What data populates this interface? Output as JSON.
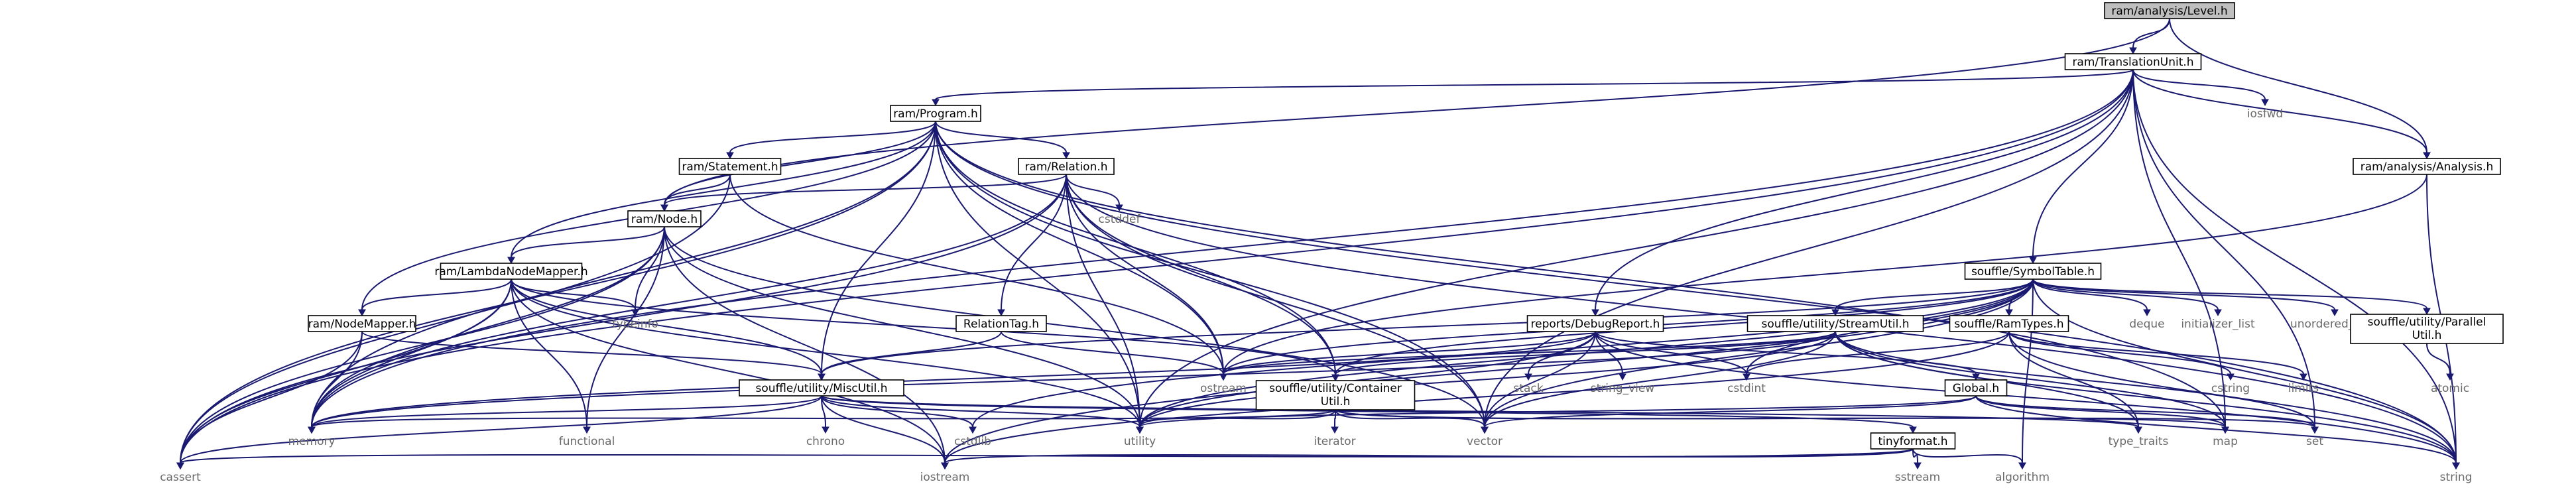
{
  "graph": {
    "root": "ram/analysis/Level.h",
    "nodes": [
      {
        "id": "n_level",
        "label": "ram/analysis/Level.h",
        "kind": "root"
      },
      {
        "id": "n_tu",
        "label": "ram/TranslationUnit.h",
        "kind": "project"
      },
      {
        "id": "n_program",
        "label": "ram/Program.h",
        "kind": "project"
      },
      {
        "id": "n_analysis",
        "label": "ram/analysis/Analysis.h",
        "kind": "project"
      },
      {
        "id": "n_iosfwd",
        "label": "iosfwd",
        "kind": "system"
      },
      {
        "id": "n_statement",
        "label": "ram/Statement.h",
        "kind": "project"
      },
      {
        "id": "n_relation",
        "label": "ram/Relation.h",
        "kind": "project"
      },
      {
        "id": "n_node",
        "label": "ram/Node.h",
        "kind": "project"
      },
      {
        "id": "n_cstddef",
        "label": "cstddef",
        "kind": "system"
      },
      {
        "id": "n_symtab",
        "label": "souffle/SymbolTable.h",
        "kind": "project"
      },
      {
        "id": "n_lnm",
        "label": "ram/LambdaNodeMapper.h",
        "kind": "project"
      },
      {
        "id": "n_typeinfo",
        "label": "typeinfo",
        "kind": "system"
      },
      {
        "id": "n_reltag",
        "label": "RelationTag.h",
        "kind": "project"
      },
      {
        "id": "n_debug",
        "label": "reports/DebugReport.h",
        "kind": "project"
      },
      {
        "id": "n_stream",
        "label": "souffle/utility/StreamUtil.h",
        "kind": "project"
      },
      {
        "id": "n_ramtypes",
        "label": "souffle/RamTypes.h",
        "kind": "project"
      },
      {
        "id": "n_deque",
        "label": "deque",
        "kind": "system"
      },
      {
        "id": "n_initlist",
        "label": "initializer_list",
        "kind": "system"
      },
      {
        "id": "n_umap",
        "label": "unordered_map",
        "kind": "system"
      },
      {
        "id": "n_parallel",
        "label": [
          "souffle/utility/Parallel",
          "Util.h"
        ],
        "kind": "project"
      },
      {
        "id": "n_atomic",
        "label": "atomic",
        "kind": "system"
      },
      {
        "id": "n_nodemapper",
        "label": "ram/NodeMapper.h",
        "kind": "project"
      },
      {
        "id": "n_misc",
        "label": "souffle/utility/MiscUtil.h",
        "kind": "project"
      },
      {
        "id": "n_container",
        "label": [
          "souffle/utility/Container",
          "Util.h"
        ],
        "kind": "project"
      },
      {
        "id": "n_ostream",
        "label": "ostream",
        "kind": "system"
      },
      {
        "id": "n_stack",
        "label": "stack",
        "kind": "system"
      },
      {
        "id": "n_stringview",
        "label": "string_view",
        "kind": "system"
      },
      {
        "id": "n_cstdint",
        "label": "cstdint",
        "kind": "system"
      },
      {
        "id": "n_global",
        "label": "Global.h",
        "kind": "project"
      },
      {
        "id": "n_cstring",
        "label": "cstring",
        "kind": "system"
      },
      {
        "id": "n_limits",
        "label": "limits",
        "kind": "system"
      },
      {
        "id": "n_memory",
        "label": "memory",
        "kind": "system"
      },
      {
        "id": "n_functional",
        "label": "functional",
        "kind": "system"
      },
      {
        "id": "n_chrono",
        "label": "chrono",
        "kind": "system"
      },
      {
        "id": "n_cstdlib",
        "label": "cstdlib",
        "kind": "system"
      },
      {
        "id": "n_utility",
        "label": "utility",
        "kind": "system"
      },
      {
        "id": "n_iterator",
        "label": "iterator",
        "kind": "system"
      },
      {
        "id": "n_vector",
        "label": "vector",
        "kind": "system"
      },
      {
        "id": "n_tinyformat",
        "label": "tinyformat.h",
        "kind": "project"
      },
      {
        "id": "n_typetraits",
        "label": "type_traits",
        "kind": "system"
      },
      {
        "id": "n_map",
        "label": "map",
        "kind": "system"
      },
      {
        "id": "n_set",
        "label": "set",
        "kind": "system"
      },
      {
        "id": "n_cassert",
        "label": "cassert",
        "kind": "system"
      },
      {
        "id": "n_iostream",
        "label": "iostream",
        "kind": "system"
      },
      {
        "id": "n_sstream",
        "label": "sstream",
        "kind": "system"
      },
      {
        "id": "n_algorithm",
        "label": "algorithm",
        "kind": "system"
      },
      {
        "id": "n_string",
        "label": "string",
        "kind": "system"
      }
    ],
    "edges": [
      [
        "n_level",
        "n_tu"
      ],
      [
        "n_level",
        "n_node"
      ],
      [
        "n_level",
        "n_analysis"
      ],
      [
        "n_tu",
        "n_program"
      ],
      [
        "n_tu",
        "n_analysis"
      ],
      [
        "n_tu",
        "n_iosfwd"
      ],
      [
        "n_tu",
        "n_symtab"
      ],
      [
        "n_tu",
        "n_debug"
      ],
      [
        "n_tu",
        "n_cassert"
      ],
      [
        "n_tu",
        "n_map"
      ],
      [
        "n_tu",
        "n_memory"
      ],
      [
        "n_tu",
        "n_set"
      ],
      [
        "n_tu",
        "n_string"
      ],
      [
        "n_tu",
        "n_utility"
      ],
      [
        "n_tu",
        "n_vector"
      ],
      [
        "n_program",
        "n_statement"
      ],
      [
        "n_program",
        "n_relation"
      ],
      [
        "n_program",
        "n_node"
      ],
      [
        "n_program",
        "n_lnm"
      ],
      [
        "n_program",
        "n_nodemapper"
      ],
      [
        "n_program",
        "n_misc"
      ],
      [
        "n_program",
        "n_container"
      ],
      [
        "n_program",
        "n_ostream"
      ],
      [
        "n_program",
        "n_cassert"
      ],
      [
        "n_program",
        "n_memory"
      ],
      [
        "n_program",
        "n_vector"
      ],
      [
        "n_program",
        "n_utility"
      ],
      [
        "n_program",
        "n_string"
      ],
      [
        "n_program",
        "n_map"
      ],
      [
        "n_analysis",
        "n_ostream"
      ],
      [
        "n_analysis",
        "n_string"
      ],
      [
        "n_statement",
        "n_node"
      ],
      [
        "n_statement",
        "n_ostream"
      ],
      [
        "n_statement",
        "n_cassert"
      ],
      [
        "n_relation",
        "n_node"
      ],
      [
        "n_relation",
        "n_reltag"
      ],
      [
        "n_relation",
        "n_cstddef"
      ],
      [
        "n_relation",
        "n_container"
      ],
      [
        "n_relation",
        "n_ostream"
      ],
      [
        "n_relation",
        "n_cassert"
      ],
      [
        "n_relation",
        "n_memory"
      ],
      [
        "n_relation",
        "n_utility"
      ],
      [
        "n_relation",
        "n_vector"
      ],
      [
        "n_relation",
        "n_string"
      ],
      [
        "n_node",
        "n_lnm"
      ],
      [
        "n_node",
        "n_typeinfo"
      ],
      [
        "n_node",
        "n_memory"
      ],
      [
        "n_node",
        "n_cassert"
      ],
      [
        "n_node",
        "n_functional"
      ],
      [
        "n_node",
        "n_iostream"
      ],
      [
        "n_node",
        "n_utility"
      ],
      [
        "n_node",
        "n_vector"
      ],
      [
        "n_lnm",
        "n_nodemapper"
      ],
      [
        "n_lnm",
        "n_misc"
      ],
      [
        "n_lnm",
        "n_container"
      ],
      [
        "n_lnm",
        "n_typeinfo"
      ],
      [
        "n_lnm",
        "n_memory"
      ],
      [
        "n_lnm",
        "n_cassert"
      ],
      [
        "n_lnm",
        "n_functional"
      ],
      [
        "n_lnm",
        "n_iostream"
      ],
      [
        "n_lnm",
        "n_utility"
      ],
      [
        "n_nodemapper",
        "n_misc"
      ],
      [
        "n_nodemapper",
        "n_memory"
      ],
      [
        "n_nodemapper",
        "n_cassert"
      ],
      [
        "n_reltag",
        "n_misc"
      ],
      [
        "n_reltag",
        "n_ostream"
      ],
      [
        "n_misc",
        "n_memory"
      ],
      [
        "n_misc",
        "n_chrono"
      ],
      [
        "n_misc",
        "n_cstdlib"
      ],
      [
        "n_misc",
        "n_utility"
      ],
      [
        "n_misc",
        "n_cassert"
      ],
      [
        "n_misc",
        "n_iostream"
      ],
      [
        "n_misc",
        "n_tinyformat"
      ],
      [
        "n_misc",
        "n_typetraits"
      ],
      [
        "n_container",
        "n_iterator"
      ],
      [
        "n_container",
        "n_vector"
      ],
      [
        "n_container",
        "n_utility"
      ],
      [
        "n_container",
        "n_map"
      ],
      [
        "n_container",
        "n_set"
      ],
      [
        "n_container",
        "n_memory"
      ],
      [
        "n_symtab",
        "n_stream"
      ],
      [
        "n_symtab",
        "n_ramtypes"
      ],
      [
        "n_symtab",
        "n_deque"
      ],
      [
        "n_symtab",
        "n_initlist"
      ],
      [
        "n_symtab",
        "n_umap"
      ],
      [
        "n_symtab",
        "n_parallel"
      ],
      [
        "n_symtab",
        "n_misc"
      ],
      [
        "n_symtab",
        "n_container"
      ],
      [
        "n_symtab",
        "n_ostream"
      ],
      [
        "n_symtab",
        "n_cstdlib"
      ],
      [
        "n_symtab",
        "n_iostream"
      ],
      [
        "n_symtab",
        "n_string"
      ],
      [
        "n_symtab",
        "n_utility"
      ],
      [
        "n_symtab",
        "n_vector"
      ],
      [
        "n_symtab",
        "n_algorithm"
      ],
      [
        "n_symtab",
        "n_cstdint"
      ],
      [
        "n_parallel",
        "n_atomic"
      ],
      [
        "n_debug",
        "n_stack"
      ],
      [
        "n_debug",
        "n_stringview"
      ],
      [
        "n_debug",
        "n_cstdint"
      ],
      [
        "n_debug",
        "n_global"
      ],
      [
        "n_debug",
        "n_ostream"
      ],
      [
        "n_debug",
        "n_utility"
      ],
      [
        "n_debug",
        "n_memory"
      ],
      [
        "n_debug",
        "n_vector"
      ],
      [
        "n_debug",
        "n_string"
      ],
      [
        "n_stream",
        "n_container"
      ],
      [
        "n_stream",
        "n_ostream"
      ],
      [
        "n_stream",
        "n_map"
      ],
      [
        "n_stream",
        "n_set"
      ],
      [
        "n_stream",
        "n_string"
      ],
      [
        "n_stream",
        "n_typetraits"
      ],
      [
        "n_stream",
        "n_utility"
      ],
      [
        "n_stream",
        "n_vector"
      ],
      [
        "n_stream",
        "n_memory"
      ],
      [
        "n_ramtypes",
        "n_cstring"
      ],
      [
        "n_ramtypes",
        "n_limits"
      ],
      [
        "n_ramtypes",
        "n_typetraits"
      ],
      [
        "n_ramtypes",
        "n_cstdint"
      ],
      [
        "n_ramtypes",
        "n_iostream"
      ],
      [
        "n_ramtypes",
        "n_string"
      ],
      [
        "n_global",
        "n_map"
      ],
      [
        "n_global",
        "n_set"
      ],
      [
        "n_global",
        "n_string"
      ],
      [
        "n_global",
        "n_vector"
      ],
      [
        "n_global",
        "n_utility"
      ],
      [
        "n_tinyformat",
        "n_cassert"
      ],
      [
        "n_tinyformat",
        "n_iostream"
      ],
      [
        "n_tinyformat",
        "n_sstream"
      ],
      [
        "n_tinyformat",
        "n_algorithm"
      ]
    ]
  }
}
